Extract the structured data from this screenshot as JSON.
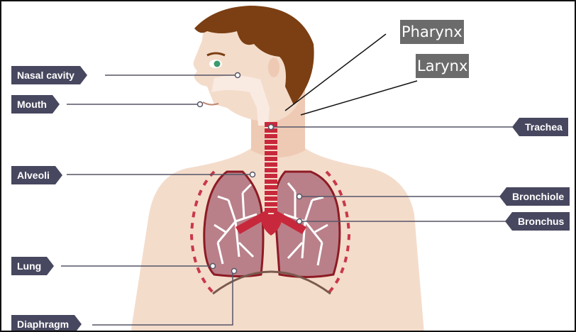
{
  "labels": {
    "nasal_cavity": "Nasal cavity",
    "mouth": "Mouth",
    "alveoli": "Alveoli",
    "lung": "Lung",
    "diaphragm": "Diaphragm",
    "trachea": "Trachea",
    "bronchiole": "Bronchiole",
    "bronchus": "Bronchus",
    "pharynx": "Pharynx",
    "larynx": "Larynx"
  },
  "colors": {
    "skin": "#f4dccb",
    "skin_shade": "#eecab4",
    "hair": "#7b3f13",
    "label_bg": "#47475f",
    "overlay_label_bg": "#6b6b6b",
    "lung_fill": "#b9808a",
    "lung_outline": "#8e1b24",
    "trachea": "#c8283b",
    "leader_line": "#555566"
  }
}
